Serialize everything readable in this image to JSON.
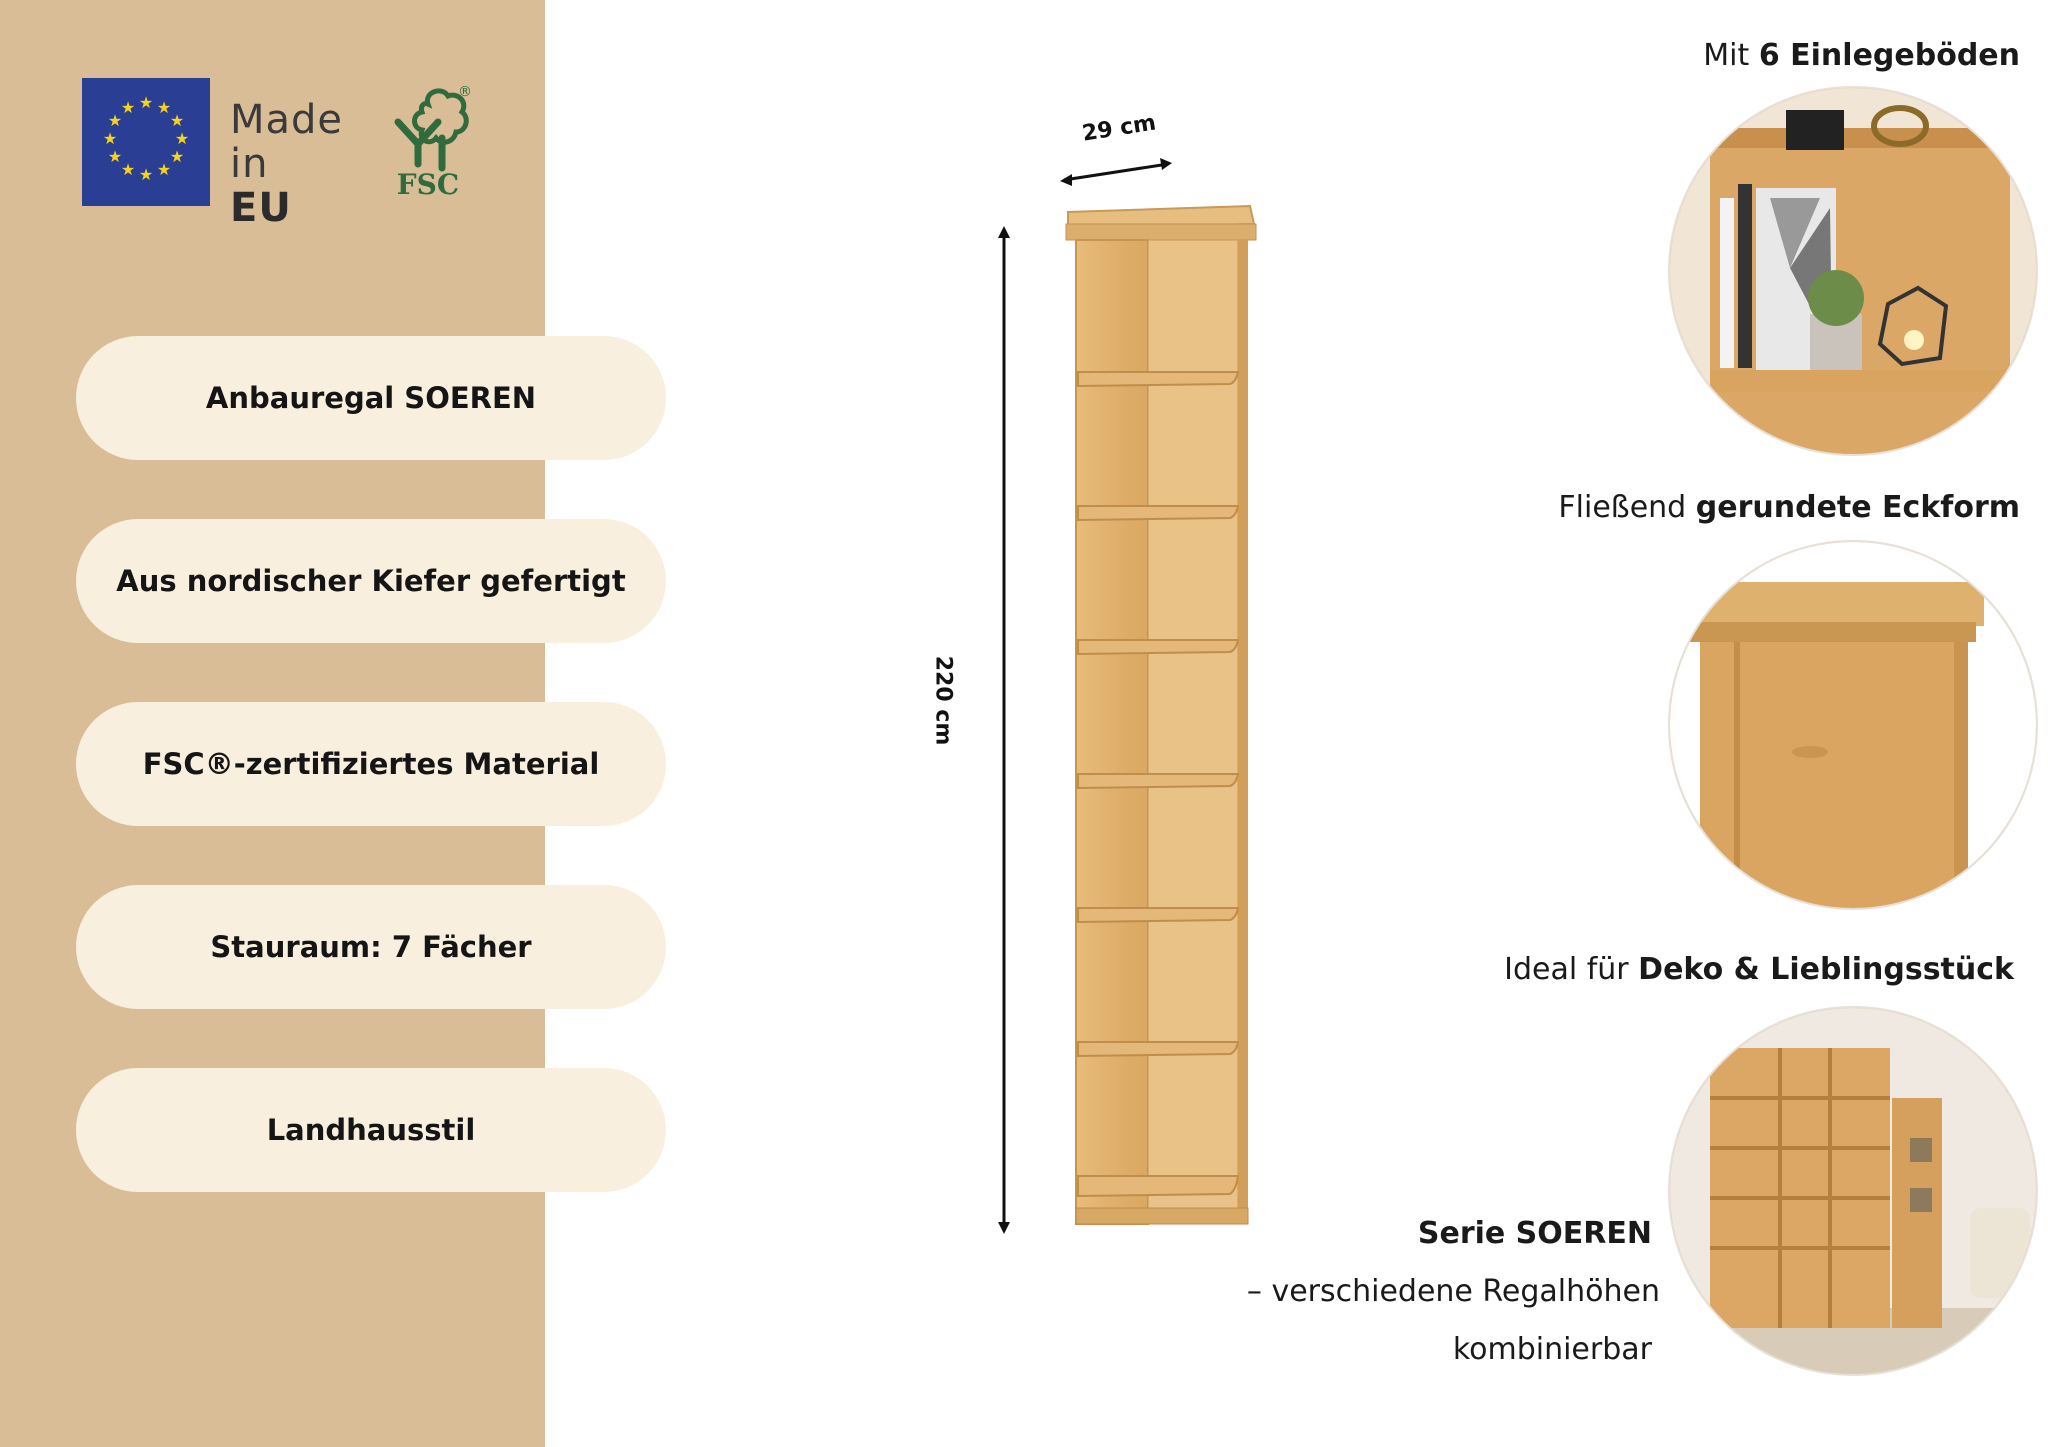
{
  "badges": {
    "made_line1": "Made",
    "made_line2_prefix": "in",
    "made_line2_bold": "EU",
    "fsc_label": "FSC",
    "fsc_reg": "®"
  },
  "features": [
    "Anbauregal SOEREN",
    "Aus nordischer Kiefer gefertigt",
    "FSC®-zertifiziertes Material",
    "Stauraum: 7 Fächer",
    "Landhausstil"
  ],
  "dimensions": {
    "width": "29 cm",
    "height": "220 cm"
  },
  "captions": {
    "shelves_prefix": "Mit",
    "shelves_bold": "6 Einlegeböden",
    "corner_prefix": "Fließend",
    "corner_bold": "gerundete Eckform",
    "deko_prefix": "Ideal für",
    "deko_bold": "Deko & Lieblingsstück",
    "series_bold": "Serie SOEREN",
    "series_line2": "– verschiedene Regalhöhen",
    "series_line3": "kombinierbar"
  },
  "colors": {
    "sidebar": "#d9bd97",
    "pill": "#f8efdf",
    "wood": "#e2b474",
    "fsc_green": "#2f6b3c",
    "eu_blue": "#2a3f93",
    "eu_star": "#f6d21d"
  }
}
